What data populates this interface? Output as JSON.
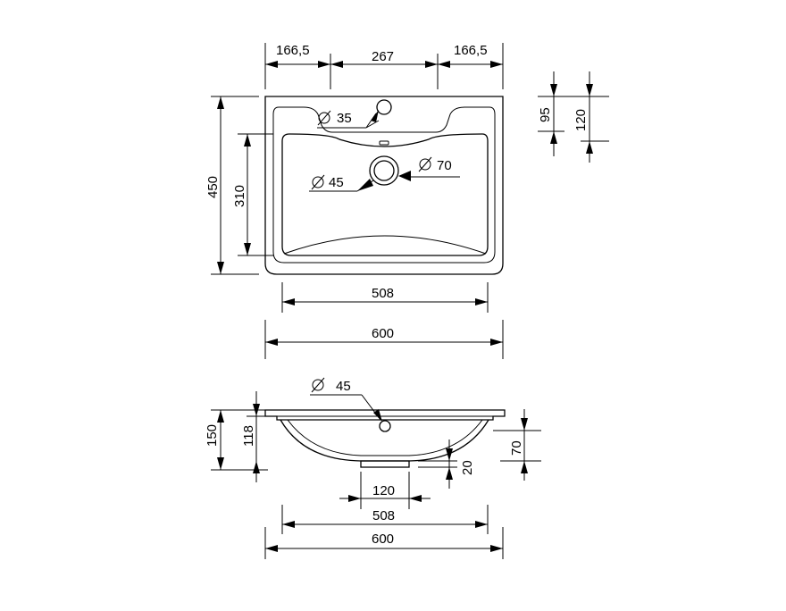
{
  "top_view": {
    "width_left": "166,5",
    "width_mid": "267",
    "width_right": "166,5",
    "height_total": "450",
    "height_bowl": "310",
    "tap_hole": "35",
    "drain": "45",
    "drain_outer": "70",
    "bowl_width": "508",
    "total_width": "600",
    "diameter_symbol": "Ø"
  },
  "side_detail": {
    "dim_95": "95",
    "dim_120": "120"
  },
  "front_view": {
    "drain": "45",
    "height_total": "150",
    "height_bowl": "118",
    "depth_70": "70",
    "dim_20": "20",
    "drain_width": "120",
    "bowl_width": "508",
    "total_width": "600"
  },
  "colors": {
    "ink": "#000000",
    "background": "#ffffff"
  }
}
